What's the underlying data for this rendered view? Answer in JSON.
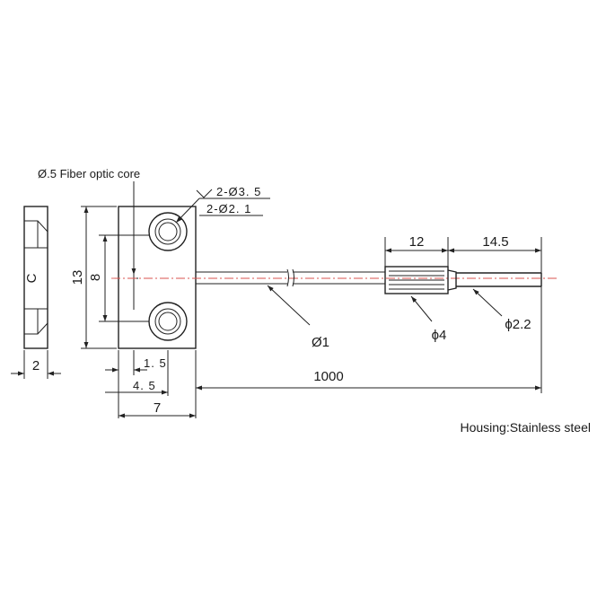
{
  "labels": {
    "fiber_core": "Ø.5 Fiber optic core",
    "hole_counterbore": "2-Ø3. 5",
    "hole_through": "2-Ø2. 1",
    "dim_12": "12",
    "dim_14_5": "14.5",
    "dim_13": "13",
    "dim_8": "8",
    "dim_2": "2",
    "dim_1_5": "1. 5",
    "dim_4_5": "4. 5",
    "dim_7": "7",
    "dim_1000": "1000",
    "dia_fiber": "Ø1",
    "dia_sleeve": "ϕ4",
    "dia_tip": "ϕ2.2",
    "side_mark": "C",
    "housing": "Housing:Stainless steel"
  },
  "colors": {
    "line": "#222222",
    "centerline": "#d9534f",
    "background": "#ffffff"
  }
}
